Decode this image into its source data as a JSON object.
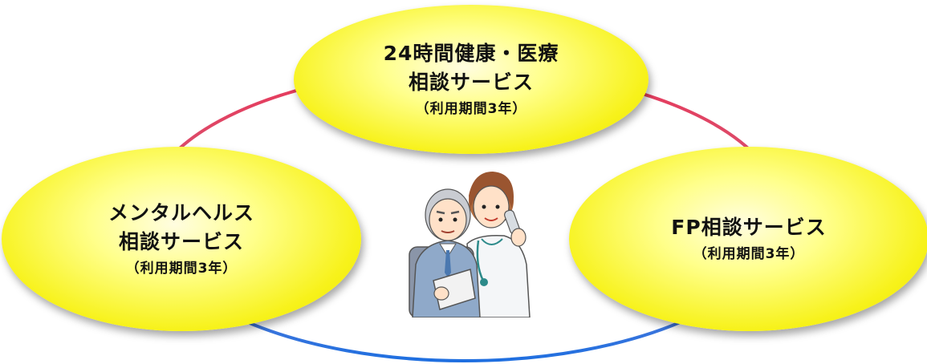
{
  "nodes": {
    "top": {
      "line1": "24時間健康・医療",
      "line2": "相談サービス",
      "note": "（利用期間3年）"
    },
    "left": {
      "line1": "メンタルヘルス",
      "line2": "相談サービス",
      "note": "（利用期間3年）"
    },
    "right": {
      "line1": "FP相談サービス",
      "note": "（利用期間3年）"
    }
  },
  "illustration": "elderly-man-and-nurse-on-phone",
  "colors": {
    "bubble_fill": "#f7f21a",
    "ring_top": "#e8375a",
    "ring_bottom": "#1f6fe0"
  }
}
